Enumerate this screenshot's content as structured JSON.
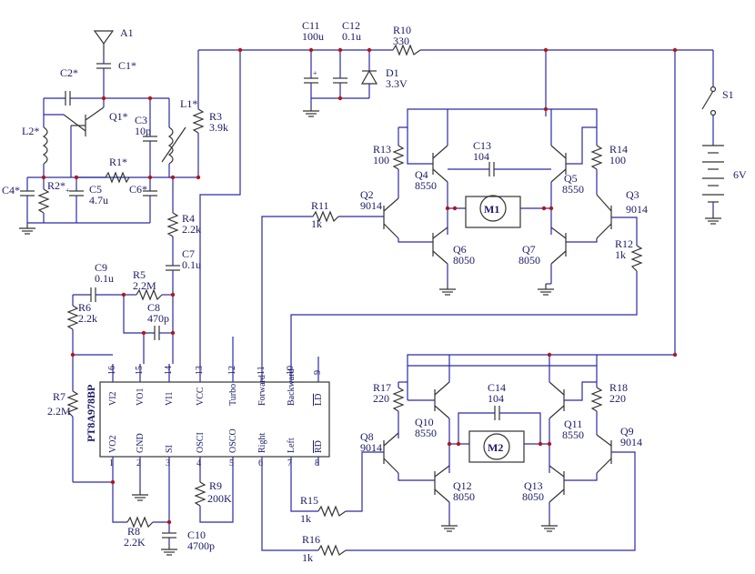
{
  "ic": {
    "name": "PT8A978BP",
    "pins_top": [
      {
        "num": "16",
        "name": "VI2"
      },
      {
        "num": "15",
        "name": "VO1"
      },
      {
        "num": "14",
        "name": "VI1"
      },
      {
        "num": "13",
        "name": "VCC"
      },
      {
        "num": "12",
        "name": "Turbo"
      },
      {
        "num": "11",
        "name": "Forward"
      },
      {
        "num": "10",
        "name": "Backward"
      },
      {
        "num": "9",
        "name": "LD"
      }
    ],
    "pins_bottom": [
      {
        "num": "1",
        "name": "VO2"
      },
      {
        "num": "2",
        "name": "GND"
      },
      {
        "num": "3",
        "name": "SI"
      },
      {
        "num": "4",
        "name": "OSCI"
      },
      {
        "num": "5",
        "name": "OSCO"
      },
      {
        "num": "6",
        "name": "Right"
      },
      {
        "num": "7",
        "name": "Left"
      },
      {
        "num": "8",
        "name": "RD"
      }
    ]
  },
  "labels": {
    "a1": "A1",
    "c1": "C1*",
    "c2": "C2*",
    "q1": "Q1*",
    "l1": "L1*",
    "l2": "L2*",
    "r3": "R3",
    "r3v": "3.9k",
    "c3": "C3",
    "c3v": "10p",
    "r1": "R1*",
    "r2": "R2*",
    "c4": "C4*",
    "c6": "C6*",
    "c5": "C5",
    "c5v": "4.7u",
    "r4": "R4",
    "r4v": "2.2k",
    "c7": "C7",
    "c7v": "0.1u",
    "c9": "C9",
    "c9v": "0.1u",
    "r5": "R5",
    "r5v": "2.2M",
    "r6": "R6",
    "r6v": "2.2k",
    "c8": "C8",
    "c8v": "470p",
    "r7": "R7",
    "r7v": "2.2M",
    "r8": "R8",
    "r8v": "2.2K",
    "r9": "R9",
    "r9v": "200K",
    "c10": "C10",
    "c10v": "4700p",
    "c11": "C11",
    "c11v": "100u",
    "c12": "C12",
    "c12v": "0.1u",
    "r10": "R10",
    "r10v": "330",
    "d1": "D1",
    "d1v": "3.3V",
    "s1": "S1",
    "bat": "6V",
    "r13": "R13",
    "r13v": "100",
    "r14": "R14",
    "r14v": "100",
    "c13": "C13",
    "c13v": "104",
    "q4": "Q4",
    "q4v": "8550",
    "q5": "Q5",
    "q5v": "8550",
    "m1": "M1",
    "q2": "Q2",
    "q2v": "9014",
    "q3": "Q3",
    "q3v": "9014",
    "r11": "R11",
    "r11v": "1k",
    "r12": "R12",
    "r12v": "1k",
    "q6": "Q6",
    "q6v": "8050",
    "q7": "Q7",
    "q7v": "8050",
    "r17": "R17",
    "r17v": "220",
    "r18": "R18",
    "r18v": "220",
    "c14": "C14",
    "c14v": "104",
    "q10": "Q10",
    "q10v": "8550",
    "q11": "Q11",
    "q11v": "8550",
    "m2": "M2",
    "q8": "Q8",
    "q8v": "9014",
    "q9": "Q9",
    "q9v": "9014",
    "q12": "Q12",
    "q12v": "8050",
    "q13": "Q13",
    "q13v": "8050",
    "r15": "R15",
    "r15v": "1k",
    "r16": "R16",
    "r16v": "1k"
  },
  "colors": {
    "wire": "#2a2aa8",
    "component": "#333333",
    "junction": "#b01818",
    "text": "#1a1a66"
  }
}
